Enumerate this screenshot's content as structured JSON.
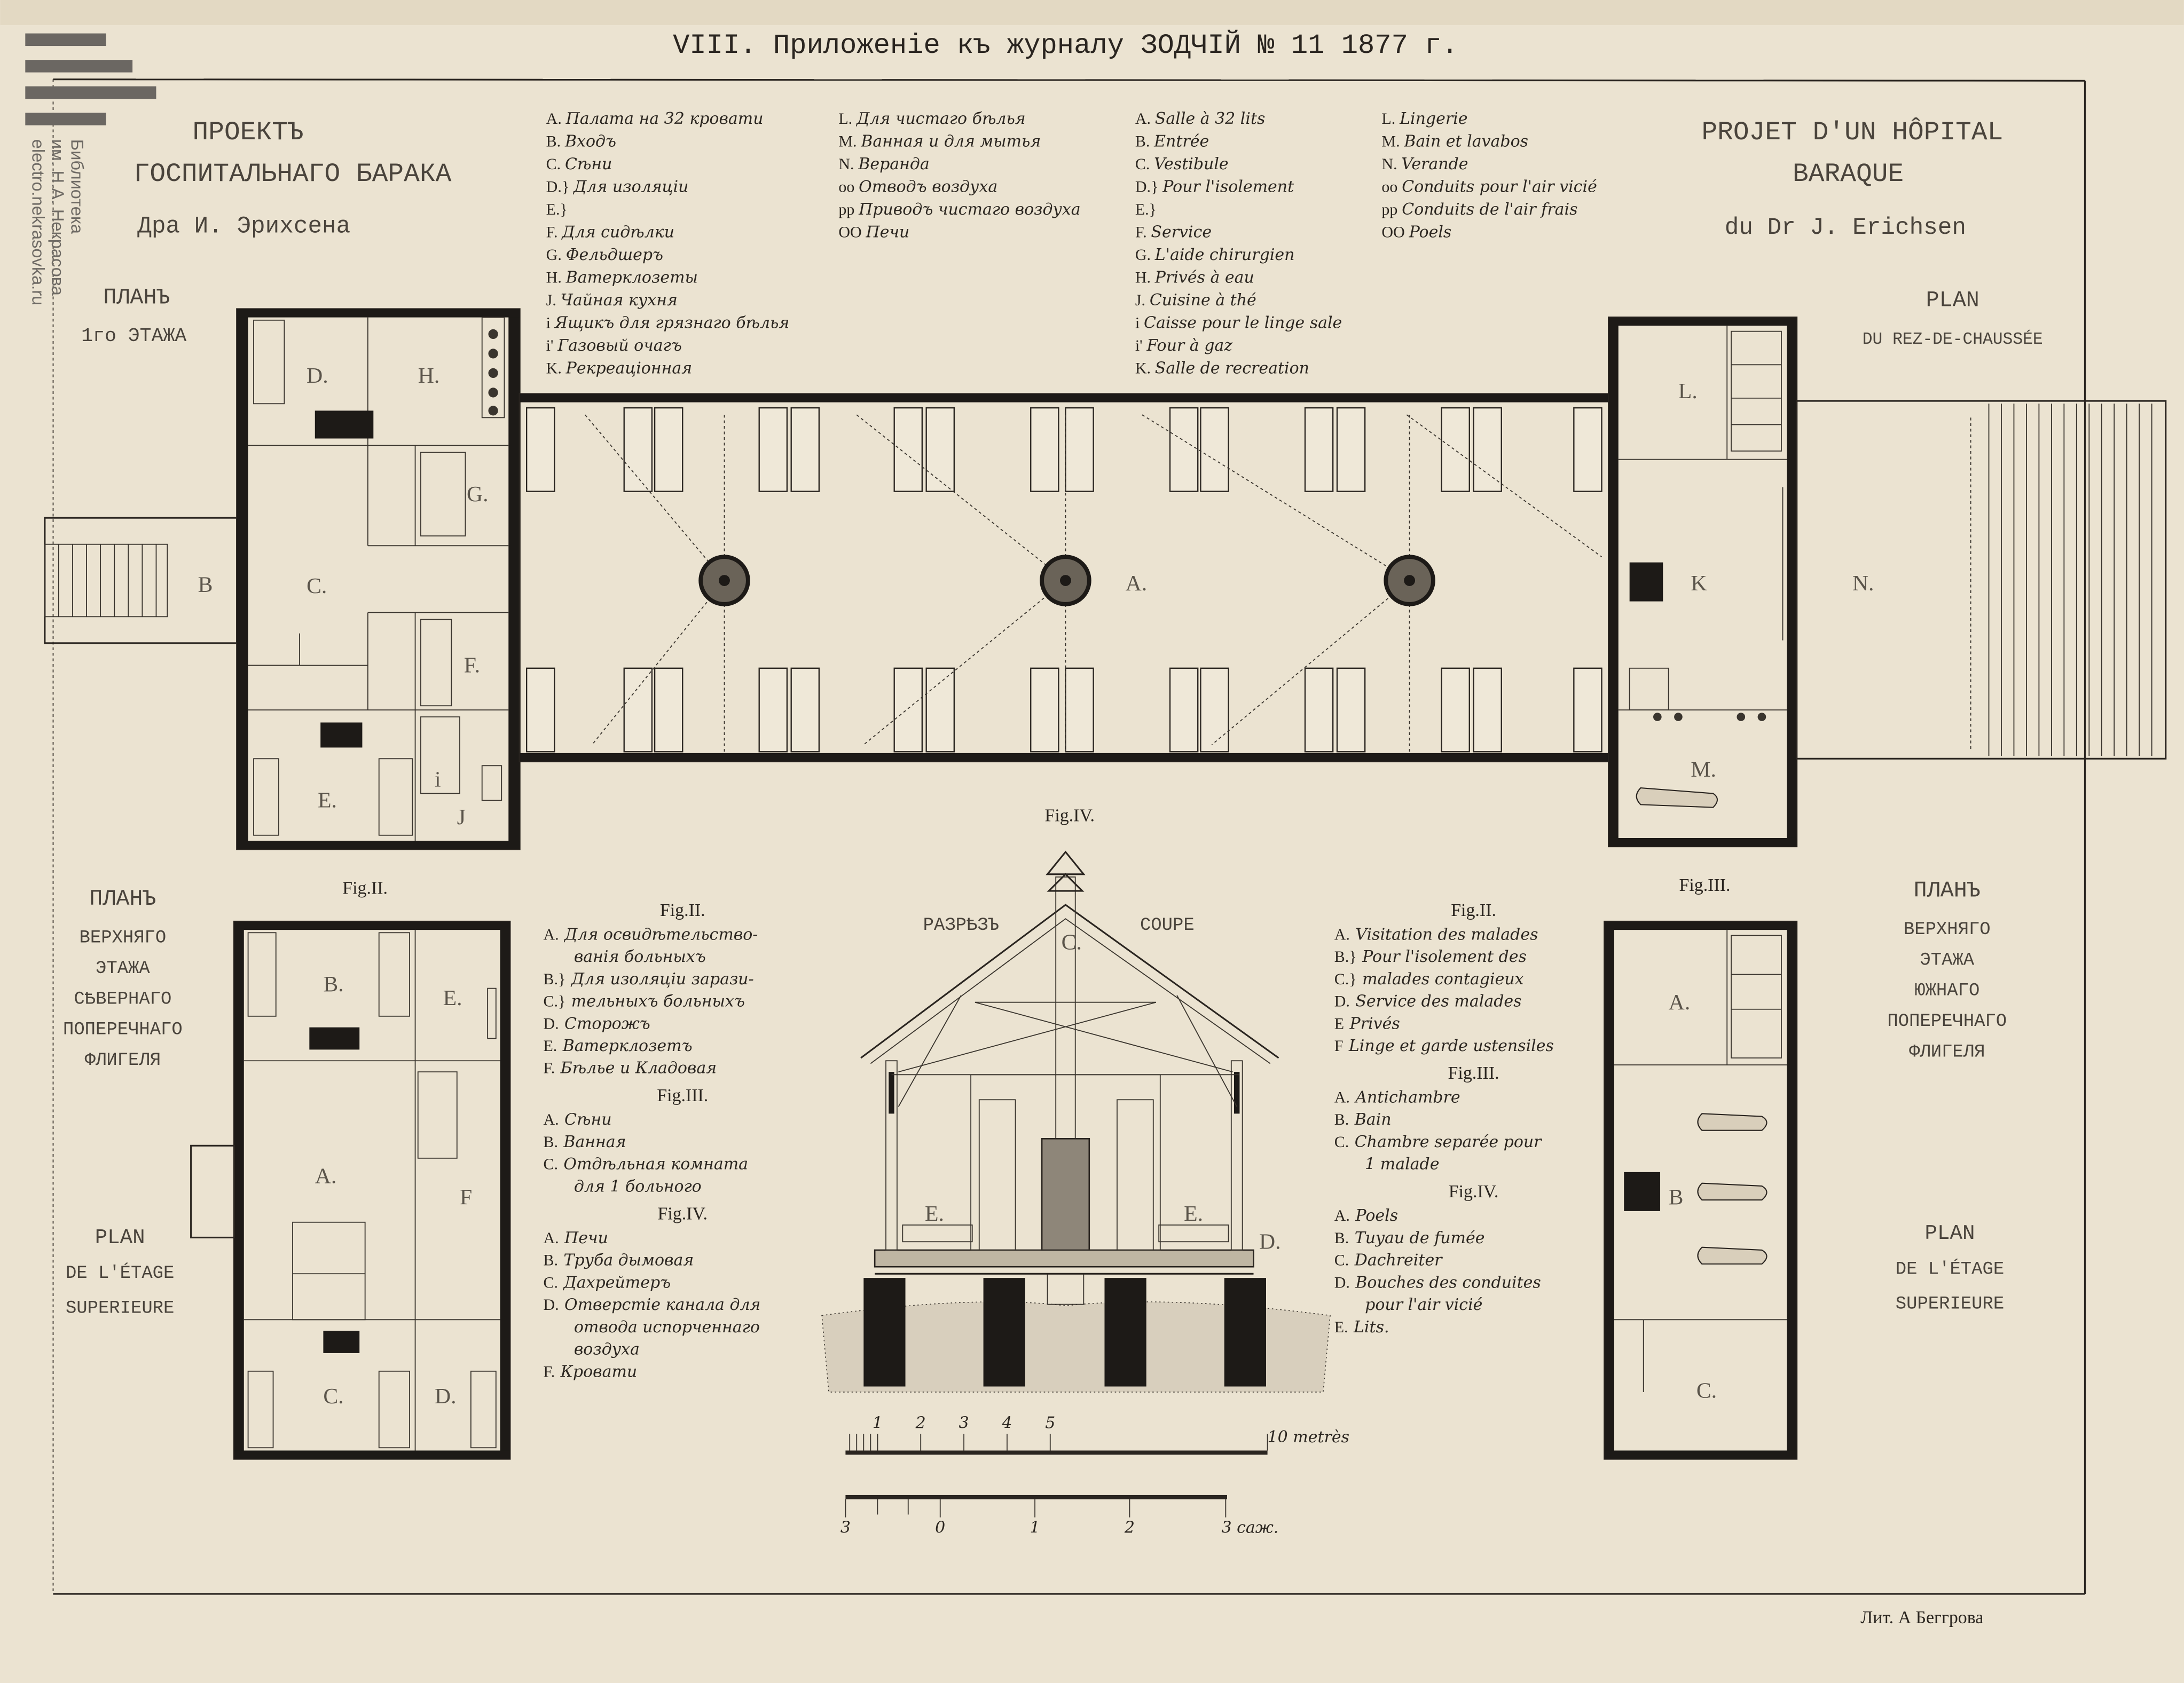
{
  "header": {
    "title": "VIII. Приложеніе къ журналу ЗОДЧІЙ № 11 1877 г."
  },
  "watermark": {
    "lines": [
      "Библиотека",
      "им. Н.А. Некрасова",
      "electro.nekrasovka.ru"
    ]
  },
  "title_ru": {
    "line1": "ПРОЕКТЪ",
    "line2": "ГОСПИТАЛЬНАГО БАРАКА",
    "line3": "Дра И. Эрихсена"
  },
  "title_fr": {
    "line1": "PROJET D'UN HÔPITAL",
    "line2": "BARAQUE",
    "line3": "du Dr J. Erichsen"
  },
  "plan_ground": {
    "label_ru": [
      "ПЛАНЪ",
      "1го ЭТАЖА"
    ],
    "label_fr": [
      "PLAN",
      "DU REZ-DE-CHAUSSÉE"
    ],
    "rooms": {
      "A": "A.",
      "B": "B",
      "C": "C.",
      "D": "D.",
      "E": "E.",
      "F": "F.",
      "G": "G.",
      "H": "H.",
      "J": "J",
      "i": "i",
      "K": "K",
      "L": "L.",
      "M": "M.",
      "N": "N."
    }
  },
  "legend_ru": {
    "col1": [
      {
        "key": "A.",
        "text": "Палата на 32 кровати"
      },
      {
        "key": "B.",
        "text": "Входъ"
      },
      {
        "key": "C.",
        "text": "Сѣни"
      },
      {
        "key": "D.}",
        "text": "Для изоляціи"
      },
      {
        "key": "E.}",
        "text": ""
      },
      {
        "key": "F.",
        "text": "Для сидѣлки"
      },
      {
        "key": "G.",
        "text": "Фельдшеръ"
      },
      {
        "key": "H.",
        "text": "Ватерклозеты"
      },
      {
        "key": "J.",
        "text": "Чайная кухня"
      },
      {
        "key": "i",
        "text": "Ящикъ для грязнаго бѣлья"
      },
      {
        "key": "i'",
        "text": "Газовый очагъ"
      },
      {
        "key": "K.",
        "text": "Рекреаціонная"
      }
    ],
    "col2": [
      {
        "key": "L.",
        "text": "Для чистаго бѣлья"
      },
      {
        "key": "M.",
        "text": "Ванная и для мытья"
      },
      {
        "key": "N.",
        "text": "Веранда"
      },
      {
        "key": "oo",
        "text": "Отводъ воздуха"
      },
      {
        "key": "pp",
        "text": "Приводъ чистаго воздуха"
      },
      {
        "key": "OO",
        "text": "Печи"
      }
    ]
  },
  "legend_fr": {
    "col1": [
      {
        "key": "A.",
        "text": "Salle à 32 lits"
      },
      {
        "key": "B.",
        "text": "Entrée"
      },
      {
        "key": "C.",
        "text": "Vestibule"
      },
      {
        "key": "D.}",
        "text": "Pour l'isolement"
      },
      {
        "key": "E.}",
        "text": ""
      },
      {
        "key": "F.",
        "text": "Service"
      },
      {
        "key": "G.",
        "text": "L'aide chirurgien"
      },
      {
        "key": "H.",
        "text": "Privés à eau"
      },
      {
        "key": "J.",
        "text": "Cuisine à thé"
      },
      {
        "key": "i",
        "text": "Caisse pour le linge sale"
      },
      {
        "key": "i'",
        "text": "Four à gaz"
      },
      {
        "key": "K.",
        "text": "Salle de recreation"
      }
    ],
    "col2": [
      {
        "key": "L.",
        "text": "Lingerie"
      },
      {
        "key": "M.",
        "text": "Bain et lavabos"
      },
      {
        "key": "N.",
        "text": "Verande"
      },
      {
        "key": "oo",
        "text": "Conduits pour l'air vicié"
      },
      {
        "key": "pp",
        "text": "Conduits de l'air frais"
      },
      {
        "key": "OO",
        "text": "Poels"
      }
    ]
  },
  "fig2_plan": {
    "fig_label": "Fig.II.",
    "label_ru": [
      "ПЛАНЪ",
      "ВЕРХНЯГО",
      "ЭТАЖА",
      "СѢВЕРНАГО",
      "ПОПЕРЕЧНАГО",
      "ФЛИГЕЛЯ"
    ],
    "label_fr": [
      "PLAN",
      "DE L'ÉTAGE",
      "SUPERIEURE"
    ],
    "rooms": {
      "A": "A.",
      "B": "B.",
      "C": "C.",
      "D": "D.",
      "E": "E.",
      "F": "F"
    }
  },
  "fig3_plan": {
    "fig_label": "Fig.III.",
    "label_ru": [
      "ПЛАНЪ",
      "ВЕРХНЯГО",
      "ЭТАЖА",
      "ЮЖНАГО",
      "ПОПЕРЕЧНАГО",
      "ФЛИГЕЛЯ"
    ],
    "label_fr": [
      "PLAN",
      "DE L'ÉTAGE",
      "SUPERIEURE"
    ],
    "rooms": {
      "A": "A.",
      "B": "B",
      "C": "C."
    }
  },
  "section": {
    "fig_label": "Fig.IV.",
    "label_ru": "РАЗРѢЗЪ",
    "label_fr": "COUPE",
    "marks": {
      "C": "C.",
      "E1": "E.",
      "E2": "E.",
      "D": "D."
    }
  },
  "notes_ru": [
    {
      "heading": "Fig.II.",
      "items": [
        {
          "key": "A.",
          "text": "Для освидѣтельство-",
          "cont": "ванія больныхъ"
        },
        {
          "key": "B.}",
          "text": "Для изоляціи зарази-"
        },
        {
          "key": "C.}",
          "text": "тельныхъ больныхъ"
        },
        {
          "key": "D.",
          "text": "Сторожъ"
        },
        {
          "key": "E.",
          "text": "Ватерклозетъ"
        },
        {
          "key": "F.",
          "text": "Бѣлье и Кладовая"
        }
      ]
    },
    {
      "heading": "Fig.III.",
      "items": [
        {
          "key": "A.",
          "text": "Сѣни"
        },
        {
          "key": "B.",
          "text": "Ванная"
        },
        {
          "key": "C.",
          "text": "Отдѣльная комната",
          "cont": "для 1 больного"
        }
      ]
    },
    {
      "heading": "Fig.IV.",
      "items": [
        {
          "key": "A.",
          "text": "Печи"
        },
        {
          "key": "B.",
          "text": "Труба дымовая"
        },
        {
          "key": "C.",
          "text": "Дахрейтеръ"
        },
        {
          "key": "D.",
          "text": "Отверстіе канала для",
          "cont": "отвода испорченнаго",
          "cont2": "воздуха"
        },
        {
          "key": "F.",
          "text": "Кровати"
        }
      ]
    }
  ],
  "notes_fr": [
    {
      "heading": "Fig.II.",
      "items": [
        {
          "key": "A.",
          "text": "Visitation des malades"
        },
        {
          "key": "B.}",
          "text": "Pour l'isolement des"
        },
        {
          "key": "C.}",
          "text": "malades contagieux"
        },
        {
          "key": "D.",
          "text": "Service des malades"
        },
        {
          "key": "E",
          "text": "Privés"
        },
        {
          "key": "F",
          "text": "Linge et garde ustensiles"
        }
      ]
    },
    {
      "heading": "Fig.III.",
      "items": [
        {
          "key": "A.",
          "text": "Antichambre"
        },
        {
          "key": "B.",
          "text": "Bain"
        },
        {
          "key": "C.",
          "text": "Chambre separée pour",
          "cont": "1 malade"
        }
      ]
    },
    {
      "heading": "Fig.IV.",
      "items": [
        {
          "key": "A.",
          "text": "Poels"
        },
        {
          "key": "B.",
          "text": "Tuyau de fumée"
        },
        {
          "key": "C.",
          "text": "Dachreiter"
        },
        {
          "key": "D.",
          "text": "Bouches des conduites",
          "cont": "pour l'air vicié"
        },
        {
          "key": "E.",
          "text": "Lits."
        }
      ]
    }
  ],
  "scales": {
    "metres": {
      "ticks": [
        "1",
        "2",
        "3",
        "4",
        "5"
      ],
      "end_label": "10 metrès"
    },
    "sazhen": {
      "ticks": [
        "3",
        "0",
        "1",
        "2"
      ],
      "end_label": "3 саж."
    }
  },
  "signature": "Лит. А Беггрова"
}
